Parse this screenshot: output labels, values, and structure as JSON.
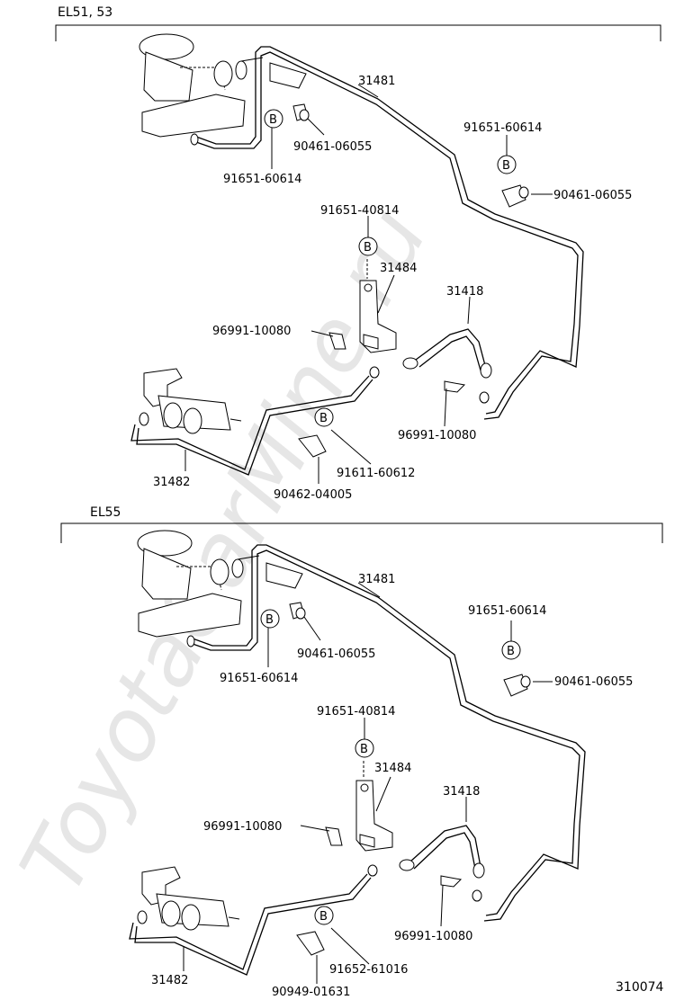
{
  "watermark": "ToyotaCarMine.ru",
  "figure_number": "310074",
  "sections": [
    {
      "header": "EL51, 53",
      "labels": {
        "pipe_front": "31481",
        "clamp_left_part": "91651-60614",
        "clip_left": "90461-06055",
        "clamp_right_part": "91651-60614",
        "clip_right": "90461-06055",
        "bracket_bolt": "91651-40814",
        "bracket": "31484",
        "hose": "31418",
        "clip_bracket": "96991-10080",
        "clip_hose": "96991-10080",
        "pipe_rear": "31482",
        "clamp_lower_part": "91611-60612",
        "clip_lower": "90462-04005"
      },
      "b_symbol": "B"
    },
    {
      "header": "EL55",
      "labels": {
        "pipe_front": "31481",
        "clamp_left_part": "91651-60614",
        "clip_left": "90461-06055",
        "clamp_right_part": "91651-60614",
        "clip_right": "90461-06055",
        "bracket_bolt": "91651-40814",
        "bracket": "31484",
        "hose": "31418",
        "clip_bracket": "96991-10080",
        "clip_hose": "96991-10080",
        "pipe_rear": "31482",
        "clamp_lower_part": "91652-61016",
        "clip_lower": "90949-01631"
      },
      "b_symbol": "B"
    }
  ]
}
